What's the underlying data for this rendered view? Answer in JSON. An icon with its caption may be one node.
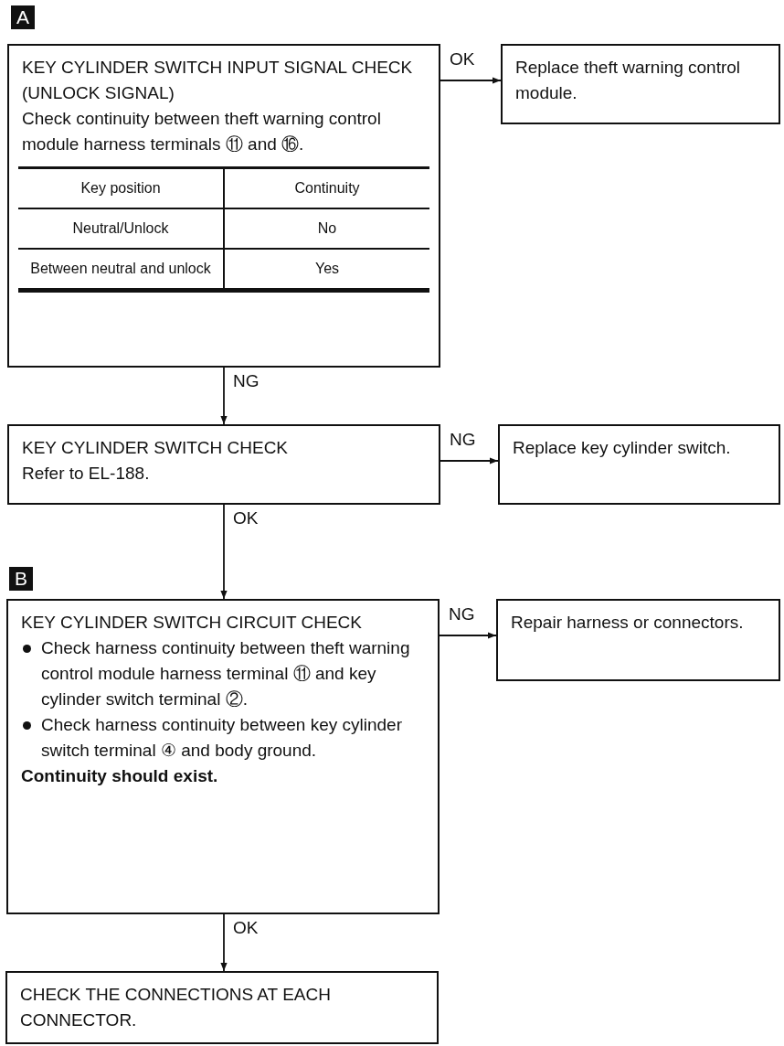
{
  "diagram": {
    "nodes": [
      {
        "text": [
          "KEY CYLINDER SWITCH INPUT SIGNAL CHECK (UNLOCK SIGNAL)",
          "Check continuity between theft warning control module harness terminals ⑪ and ⑯."
        ]
      },
      {
        "text": [
          "Replace theft warning control module."
        ]
      },
      {
        "text": [
          "KEY CYLINDER SWITCH CHECK",
          "Refer to EL-188."
        ]
      },
      {
        "text": [
          "Replace key cylinder switch."
        ]
      },
      {
        "text": [
          "KEY CYLINDER SWITCH CIRCUIT CHECK",
          "Check harness continuity between theft warning control module harness terminal ⑪ and key cylinder switch terminal ②.",
          "Check harness continuity between key cylinder switch terminal ④ and body ground.",
          "Continuity should exist."
        ]
      },
      {
        "text": [
          "Repair harness or connectors."
        ]
      },
      {
        "text": [
          "CHECK THE CONNECTIONS AT EACH CONNECTOR."
        ]
      }
    ],
    "edges": [
      {
        "from": 0,
        "to": 1,
        "arrow": "to",
        "label": "OK"
      },
      {
        "from": 0,
        "to": 2,
        "arrow": "to",
        "label": "NG"
      },
      {
        "from": 2,
        "to": 3,
        "arrow": "to",
        "label": "NG"
      },
      {
        "from": 2,
        "to": 4,
        "arrow": "to",
        "label": "OK"
      },
      {
        "from": 4,
        "to": 5,
        "arrow": "to",
        "label": "NG"
      },
      {
        "from": 4,
        "to": 6,
        "arrow": "to",
        "label": "OK"
      }
    ],
    "labels": [
      "A",
      "Key position",
      "Continuity",
      "Neutral/Unlock",
      "No",
      "Between neutral and unlock",
      "Yes",
      "B"
    ]
  }
}
